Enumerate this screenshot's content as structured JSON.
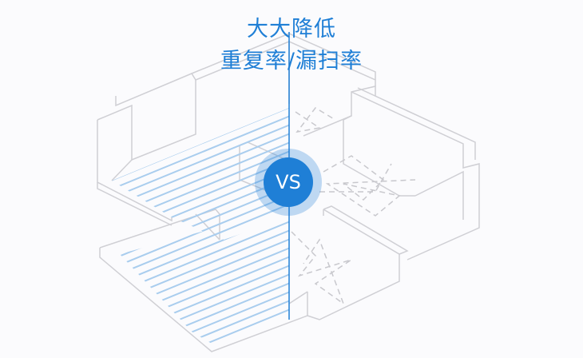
{
  "headline": {
    "line1": "大大降低",
    "line2": "重复率/漏扫率"
  },
  "badge": {
    "label": "VS"
  },
  "colors": {
    "accent": "#1f7fd6",
    "stripe": "#a9cdee",
    "wall": "#cfcfd4"
  }
}
